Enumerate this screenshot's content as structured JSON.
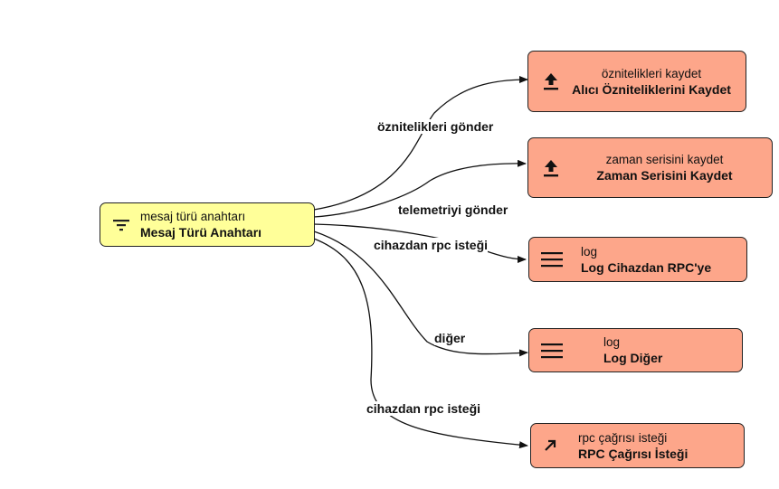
{
  "switch_node": {
    "type": "mesaj türü anahtarı",
    "name": "Mesaj Türü Anahtarı",
    "icon": "filter-icon",
    "color": "#ffff99"
  },
  "action_color": "#fda68a",
  "actions": [
    {
      "type": "öznitelikleri kaydet",
      "name": "Alıcı Özniteliklerini Kaydet",
      "icon": "upload-icon"
    },
    {
      "type": "zaman serisini kaydet",
      "name": "Zaman Serisini Kaydet",
      "icon": "upload-icon"
    },
    {
      "type": "log",
      "name": "Log Cihazdan RPC'ye",
      "icon": "menu-lines-icon"
    },
    {
      "type": "log",
      "name": "Log Diğer",
      "icon": "menu-lines-icon"
    },
    {
      "type": "rpc çağrısı isteği",
      "name": "RPC Çağrısı İsteği",
      "icon": "arrow-up-right-icon"
    }
  ],
  "edges": [
    {
      "label": "öznitelikleri gönder"
    },
    {
      "label": "telemetriyi gönder"
    },
    {
      "label": "cihazdan rpc isteği"
    },
    {
      "label": "diğer"
    },
    {
      "label": "cihazdan rpc isteği"
    }
  ]
}
